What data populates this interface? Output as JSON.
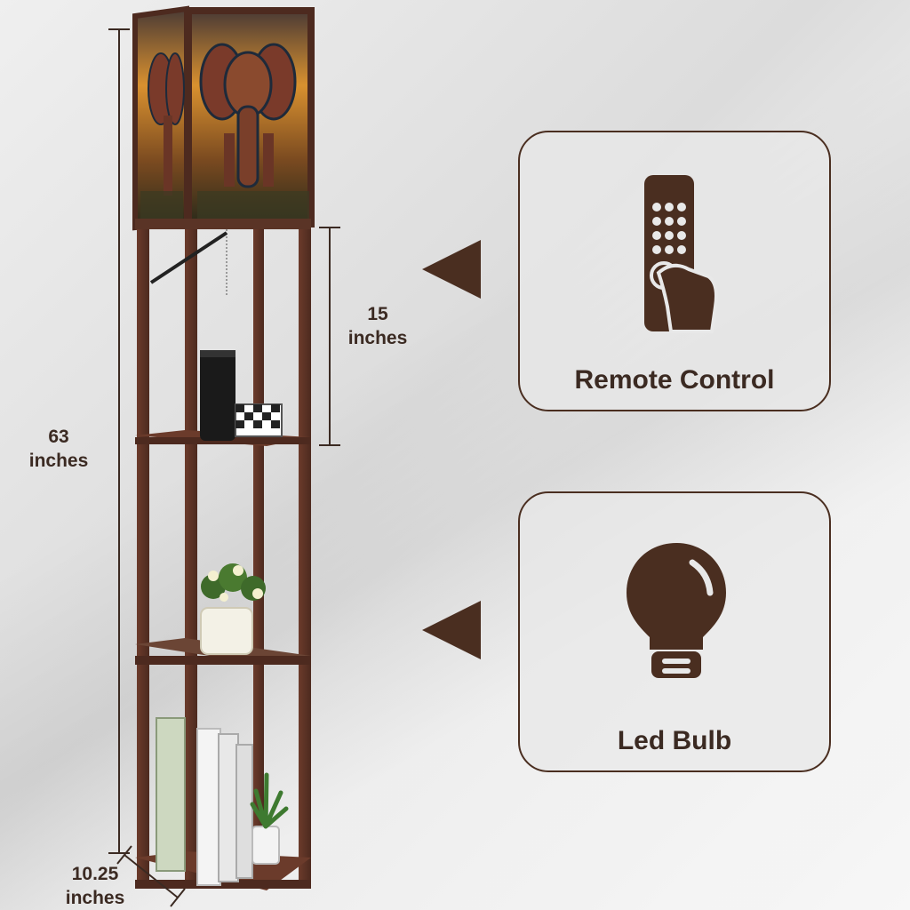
{
  "dimensions": {
    "height": {
      "value": "63",
      "unit": "inches"
    },
    "shelf_gap": {
      "value": "15",
      "unit": "inches"
    },
    "depth": {
      "value": "10.25",
      "unit": "inches"
    }
  },
  "features": [
    {
      "label": "Remote Control",
      "icon": "remote-control-icon"
    },
    {
      "label": "Led Bulb",
      "icon": "light-bulb-icon"
    }
  ],
  "colors": {
    "brand_brown": "#4a2e20",
    "card_bg": "#e8e8e8",
    "frame_wood": "#5a3426"
  }
}
